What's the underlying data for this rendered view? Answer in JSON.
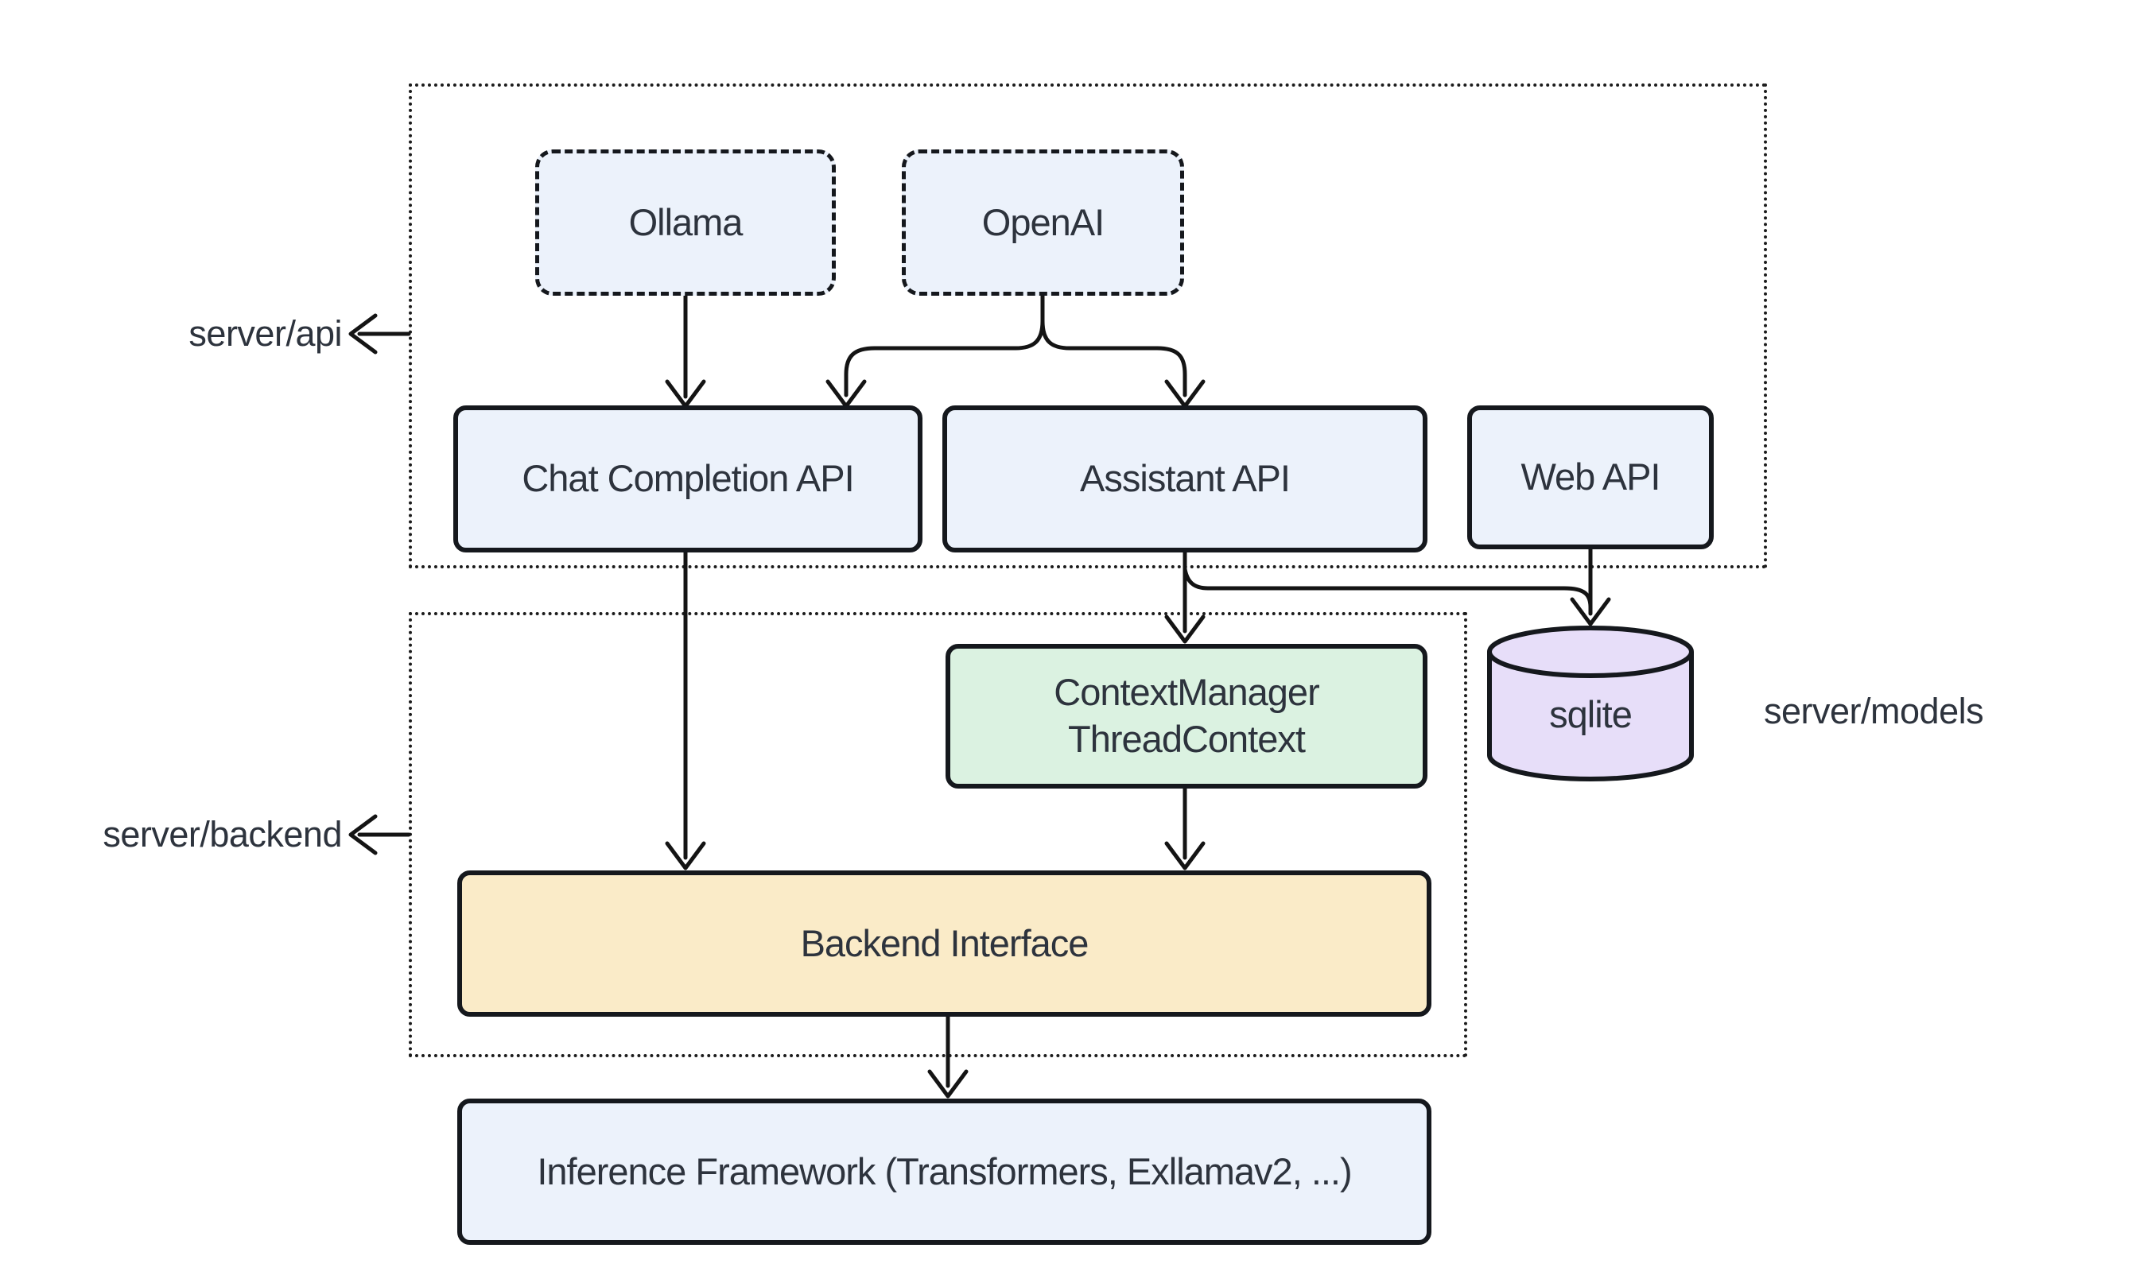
{
  "diagram": {
    "type": "architecture-flowchart",
    "labels": {
      "api": "server/api",
      "backend": "server/backend",
      "models": "server/models"
    },
    "nodes": {
      "ollama": "Ollama",
      "openai": "OpenAI",
      "chat_completion_api": "Chat Completion API",
      "assistant_api": "Assistant API",
      "web_api": "Web API",
      "context_manager_line1": "ContextManager",
      "context_manager_line2": "ThreadContext",
      "backend_interface": "Backend Interface",
      "sqlite": "sqlite",
      "inference_framework": "Inference Framework (Transformers, Exllamav2, ...)"
    },
    "edges": [
      {
        "from": "Ollama",
        "to": "Chat Completion API"
      },
      {
        "from": "OpenAI",
        "to": "Chat Completion API"
      },
      {
        "from": "OpenAI",
        "to": "Assistant API"
      },
      {
        "from": "Chat Completion API",
        "to": "Backend Interface"
      },
      {
        "from": "Assistant API",
        "to": "ContextManager ThreadContext"
      },
      {
        "from": "Assistant API",
        "to": "sqlite"
      },
      {
        "from": "Web API",
        "to": "sqlite"
      },
      {
        "from": "ContextManager ThreadContext",
        "to": "Backend Interface"
      },
      {
        "from": "Backend Interface",
        "to": "Inference Framework (Transformers, Exllamav2, ...)"
      }
    ],
    "colors": {
      "node_blue": "#ecf2fb",
      "node_green": "#dbf2e1",
      "node_yellow": "#faebc8",
      "cylinder_purple": "#e7def9",
      "border_dark": "#15181d",
      "edge_line": "#141414",
      "text": "#2d333d",
      "background": "#ffffff"
    }
  }
}
